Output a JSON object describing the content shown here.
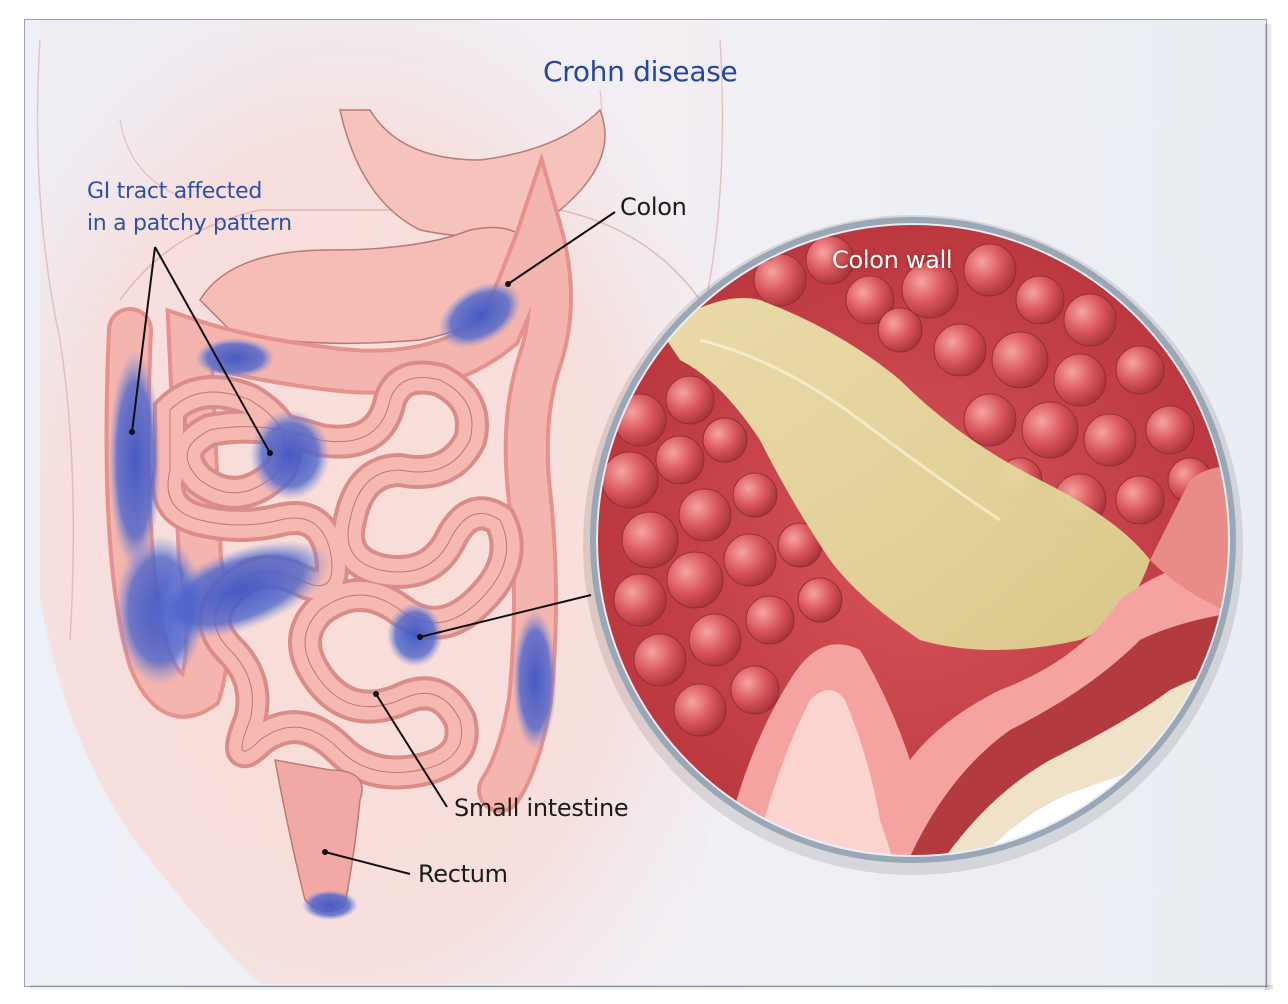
{
  "title": "Crohn disease",
  "labels": {
    "patchy_line1": "GI tract affected",
    "patchy_line2": "in a patchy pattern",
    "colon": "Colon",
    "colon_wall": "Colon wall",
    "small_intestine": "Small intestine",
    "rectum": "Rectum"
  },
  "colors": {
    "title": "#24489b",
    "inflamed_patch": "#3f5cc8",
    "intestine": "#f2a9a6",
    "mucosa": "#c94a4a",
    "ulcer": "#e8e2a8"
  }
}
